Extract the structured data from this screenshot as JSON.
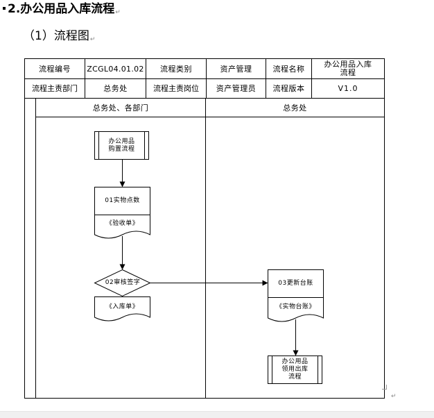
{
  "heading": {
    "text": "2.办公用品入库流程",
    "mark": "↵"
  },
  "subheading": {
    "text": "（1）流程图",
    "mark": "↵"
  },
  "info_table": {
    "row1": [
      "流程编号",
      "ZCGL04.01.02",
      "流程类别",
      "资产管理",
      "流程名称",
      "办公用品入库流程"
    ],
    "row2": [
      "流程主责部门",
      "总务处",
      "流程主责岗位",
      "资产管理员",
      "流程版本",
      "V1.0"
    ]
  },
  "lanes": [
    "总务处、各部门",
    "总务处"
  ],
  "nodes": {
    "start": "办公用品\n购置流程",
    "step1": "01实物点数",
    "doc1": "《验收单》",
    "decision": "02审核签字",
    "doc2": "《入库单》",
    "step3": "03更新台账",
    "doc3": "《实物台账》",
    "end": "办公用品\n领用出库\n流程"
  },
  "end_mark": "↵"
}
